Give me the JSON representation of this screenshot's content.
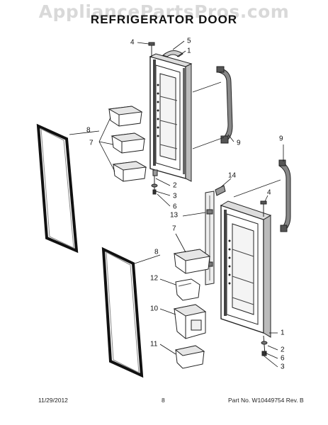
{
  "watermark": "AppliancePartsPros.com",
  "title": "REFRIGERATOR DOOR",
  "footer": {
    "date": "11/29/2012",
    "page": "8",
    "part_number": "Part No. W10449754  Rev. B"
  },
  "callouts": {
    "c1a": "1",
    "c2a": "2",
    "c3a": "3",
    "c4a": "4",
    "c5a": "5",
    "c6a": "6",
    "c7a": "7",
    "c8a": "8",
    "c9a": "9",
    "c1b": "1",
    "c2b": "2",
    "c3b": "3",
    "c4b": "4",
    "c6b": "6",
    "c7b": "7",
    "c8b": "8",
    "c9b": "9",
    "c10": "10",
    "c11": "11",
    "c12": "12",
    "c13": "13",
    "c14": "14"
  }
}
